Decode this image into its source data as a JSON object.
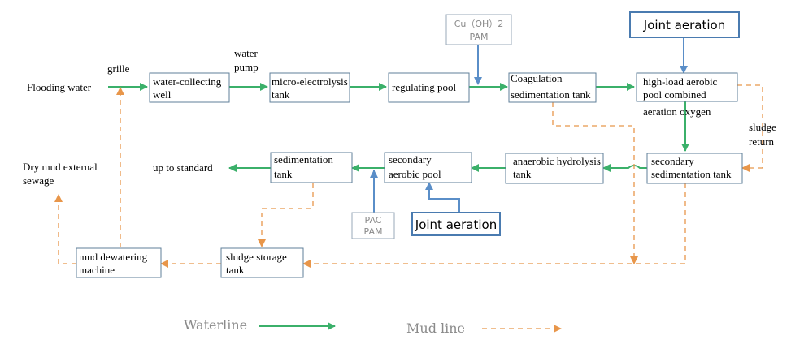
{
  "colors": {
    "water_line": "#3bb06a",
    "mud_line": "#e8964a",
    "aeration_line": "#5a8ec8",
    "box_border": "#5f7f9a"
  },
  "labels": {
    "flooding_water": "Flooding water",
    "grille": "grille",
    "water_pump": [
      "water",
      "pump"
    ],
    "sludge_return": [
      "sludge",
      "return"
    ],
    "dry_mud": [
      "Dry mud external",
      "sewage"
    ],
    "up_to_standard": "up to standard"
  },
  "boxes": {
    "water_collecting_well": [
      "water-collecting",
      "well"
    ],
    "micro_electrolysis_tank": [
      "micro-electrolysis",
      "tank"
    ],
    "regulating_pool": [
      "regulating pool"
    ],
    "coagulation_tank": [
      "Coagulation",
      "sedimentation tank"
    ],
    "high_load_aerobic_pool": [
      "high-load aerobic",
      "pool combined",
      "aeration oxygen"
    ],
    "secondary_sedimentation_tank": [
      "secondary",
      "sedimentation tank"
    ],
    "anaerobic_hydrolysis_tank": [
      "anaerobic hydrolysis",
      "tank"
    ],
    "secondary_aerobic_pool": [
      "secondary",
      "aerobic pool"
    ],
    "sedimentation_tank": [
      "sedimentation",
      "tank"
    ],
    "sludge_storage_tank": [
      "sludge storage",
      "tank"
    ],
    "mud_dewatering_machine": [
      "mud dewatering",
      "machine"
    ]
  },
  "chemicals": {
    "cu_pam": [
      "Cu（OH）2",
      "PAM"
    ],
    "pac_pam": [
      "PAC",
      "PAM"
    ]
  },
  "aeration": {
    "top": "Joint aeration",
    "bottom": "Joint aeration"
  },
  "legend": {
    "waterline": "Waterline",
    "mud_line": "Mud line"
  }
}
